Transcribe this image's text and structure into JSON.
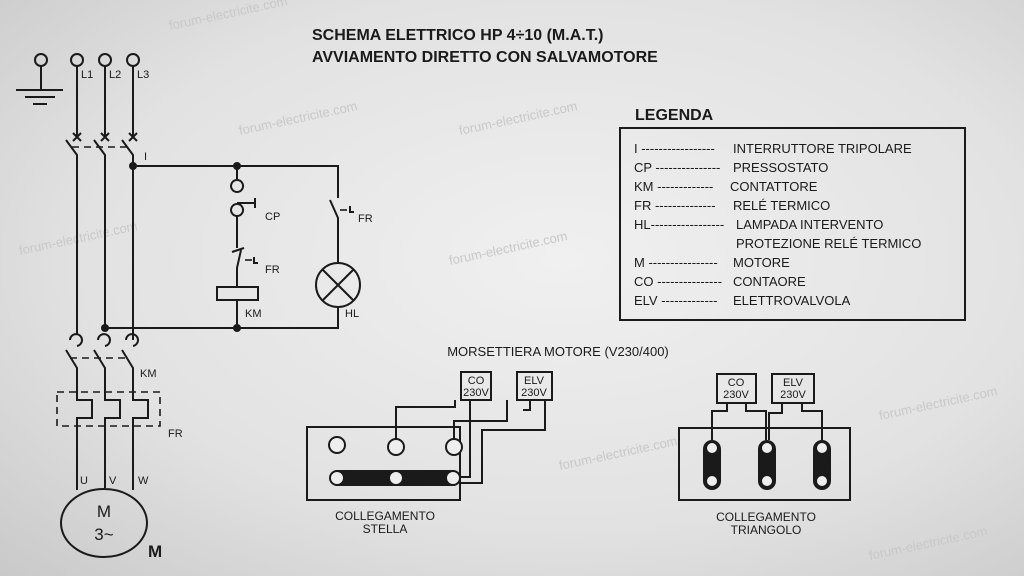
{
  "title": {
    "line1": "SCHEMA ELETTRICO HP 4÷10 (M.A.T.)",
    "line2": "AVVIAMENTO DIRETTO CON SALVAMOTORE"
  },
  "watermark": "forum-electricite.com",
  "power": {
    "phases": [
      "L1",
      "L2",
      "L3"
    ],
    "switch_label": "I",
    "km_label": "KM",
    "fr_label": "FR",
    "terminals": [
      "U",
      "V",
      "W"
    ],
    "motor_line1": "M",
    "motor_line2": "3~",
    "motor_label": "M"
  },
  "control": {
    "cp": "CP",
    "fr1": "FR",
    "km": "KM",
    "fr2": "FR",
    "hl": "HL"
  },
  "legend": {
    "title": "LEGENDA",
    "items": [
      {
        "code": "I -----------------",
        "desc": "INTERRUTTORE TRIPOLARE"
      },
      {
        "code": "CP ---------------",
        "desc": "PRESSOSTATO"
      },
      {
        "code": "KM -------------",
        "desc": "CONTATTORE"
      },
      {
        "code": "FR --------------",
        "desc": "RELÉ TERMICO"
      },
      {
        "code": "HL-----------------",
        "desc": "LAMPADA INTERVENTO"
      },
      {
        "code": "",
        "desc": "PROTEZIONE RELÉ TERMICO"
      },
      {
        "code": "M ----------------",
        "desc": "MOTORE"
      },
      {
        "code": "CO ---------------",
        "desc": "CONTAORE"
      },
      {
        "code": "ELV -------------",
        "desc": "ELETTROVALVOLA"
      }
    ]
  },
  "terminal_board": {
    "title": "MORSETTIERA MOTORE (V230/400)",
    "co": {
      "name": "CO",
      "voltage": "230V"
    },
    "elv": {
      "name": "ELV",
      "voltage": "230V"
    },
    "star": {
      "line1": "COLLEGAMENTO",
      "line2": "STELLA"
    },
    "delta": {
      "line1": "COLLEGAMENTO",
      "line2": "TRIANGOLO"
    }
  }
}
